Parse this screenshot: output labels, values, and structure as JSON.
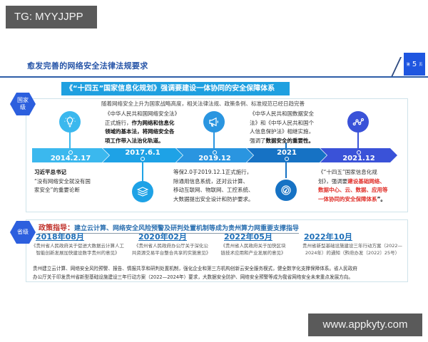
{
  "overlays": {
    "tg_badge": "TG: MYYJJPP",
    "watermark": "www.appkyty.com"
  },
  "header": {
    "title": "愈发完善的网络安全法律法规要求",
    "page_prefix": "第",
    "page_number": "5",
    "page_suffix": "页"
  },
  "national": {
    "level_label_line1": "国家",
    "level_label_line2": "级",
    "banner": "《“十四五”国家信息化规划》强调要建设一体协同的安全保障体系",
    "subtitle": "随着网络安全上升为国家战略高度，相关法律法规、政策条例、标准规范已经日趋完善",
    "timeline": [
      {
        "date": "2014.2.17",
        "color": "#3bb8ee"
      },
      {
        "date": "2017.6.1",
        "color": "#1ea2e6"
      },
      {
        "date": "2019.12",
        "color": "#2a95e0"
      },
      {
        "date": "2021",
        "color": "#1672c4"
      },
      {
        "date": "2021.12",
        "color": "#3a52d8"
      }
    ],
    "events": {
      "e2014": {
        "speaker": "习近平总书记",
        "quote_line1": "“没有网络安全就没有国",
        "quote_line2": "家安全”的重要论断"
      },
      "e2017": {
        "line1": "《中华人民共和国网络安全法》",
        "line2_plain": "正式施行，",
        "line2_bold": "作为网络和信息化",
        "line3": "领域的基本法，将网络安全各",
        "line4": "项工作带入法治化轨道。"
      },
      "e2019": {
        "line1": "等保2.0于2019.12.1正式施行，",
        "line2": "除通用信息系统，还对云计算、",
        "line3": "移动互联网、物联网、工控系统、",
        "line4": "大数据提出安全设计和防护要求。"
      },
      "e2021": {
        "line1": "《中华人民共和国数据安全",
        "line2": "法》和《中华人民共和国个",
        "line3": "人信息保护法》相继实施，",
        "line4_plain": "强调了",
        "line4_bold": "数据安全的重要性。"
      },
      "e2021_12": {
        "line1": "《“十四五”国家信息化规",
        "line2_plain": "划》，强调要",
        "line2_red": "建设基础网络、",
        "line3_red": "数据中心、云、数据、应用等",
        "line4_red": "一体协同的安全保障体系",
        "line4_tail": "”。"
      }
    },
    "icons": [
      "lightbulb-icon",
      "layers-icon",
      "megaphone-icon",
      "compass-icon",
      "network-nodes-icon"
    ]
  },
  "provincial": {
    "level_label": "省级",
    "policy_label": "政策指导：",
    "policy_text": "建立云计算、网络安全风险预警及研判处置机制等成为贵州算力网重要支撑指导",
    "documents": [
      {
        "date": "2018年08月",
        "line1": "《贵州省人民政府关于促进大数据云计算人工",
        "line2": "智能创新发展加快建设数字贵州的意见》"
      },
      {
        "date": "2020年02月",
        "line1": "《贵州省人民政府办公厅关于深化公",
        "line2": "共资源交易平台整合共享的实施意见》"
      },
      {
        "date": "2022年05月",
        "line1": "《贵州省人民政府关于加快区块",
        "line2": "链技术应用和产业发展的意见》"
      },
      {
        "date": "2022年10月",
        "line1": "贵州省新型基础设施建设三年行动方案（2022—",
        "line2": "2024年）的通知（黔府办发〔2022〕25号）"
      }
    ],
    "summary_line1": "贵州建立云计算、网络安全风险预警、报告、情报共享和研判处置机制，强化企业和第三方机构创新云安全服务模式，健全数字化支撑保障体系。省人民政府",
    "summary_line2": "办公厅关于印发贵州省新型基础设施建设三年行动方案（2022—2024年）要求，大数据安全防护、网络安全预警等成为我省网络安全未来重点发展方向。"
  }
}
